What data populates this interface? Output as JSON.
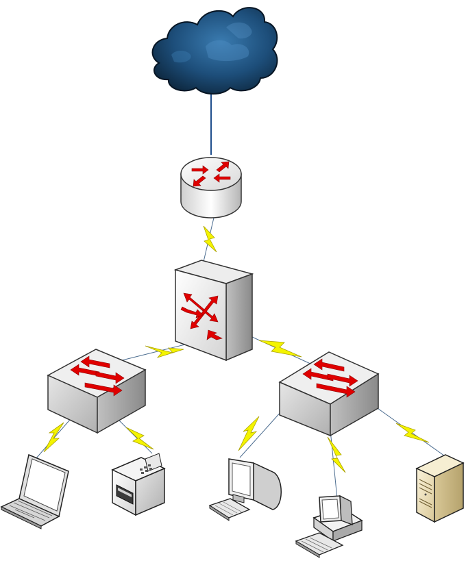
{
  "diagram": {
    "nodes": [
      {
        "id": "internet",
        "icon": "cloud-icon"
      },
      {
        "id": "router",
        "icon": "router-icon"
      },
      {
        "id": "core-switch",
        "icon": "multilayer-switch-icon"
      },
      {
        "id": "switch-left",
        "icon": "workgroup-switch-icon"
      },
      {
        "id": "switch-right",
        "icon": "workgroup-switch-icon"
      },
      {
        "id": "laptop",
        "icon": "laptop-icon"
      },
      {
        "id": "printer",
        "icon": "printer-icon"
      },
      {
        "id": "workstation",
        "icon": "workstation-icon"
      },
      {
        "id": "pc",
        "icon": "pc-icon"
      },
      {
        "id": "server",
        "icon": "server-icon"
      }
    ],
    "links": [
      {
        "from": "internet",
        "to": "router",
        "type": "wired"
      },
      {
        "from": "router",
        "to": "core-switch",
        "type": "lightning"
      },
      {
        "from": "core-switch",
        "to": "switch-left",
        "type": "lightning"
      },
      {
        "from": "core-switch",
        "to": "switch-right",
        "type": "lightning"
      },
      {
        "from": "switch-left",
        "to": "laptop",
        "type": "lightning"
      },
      {
        "from": "switch-left",
        "to": "printer",
        "type": "lightning"
      },
      {
        "from": "switch-right",
        "to": "workstation",
        "type": "lightning"
      },
      {
        "from": "switch-right",
        "to": "pc",
        "type": "lightning"
      },
      {
        "from": "switch-right",
        "to": "server",
        "type": "lightning"
      }
    ],
    "colors": {
      "cloud_dark": "#0d2a45",
      "cloud_light": "#2f6a9a",
      "arrow_red": "#e00000",
      "lightning_yellow": "#f2f200",
      "device_light": "#f2f2f2",
      "device_mid": "#c8c8c8",
      "device_dark": "#8c8c8c",
      "server_beige": "#efe3c0",
      "wire_blue": "#1f4e8c"
    }
  }
}
